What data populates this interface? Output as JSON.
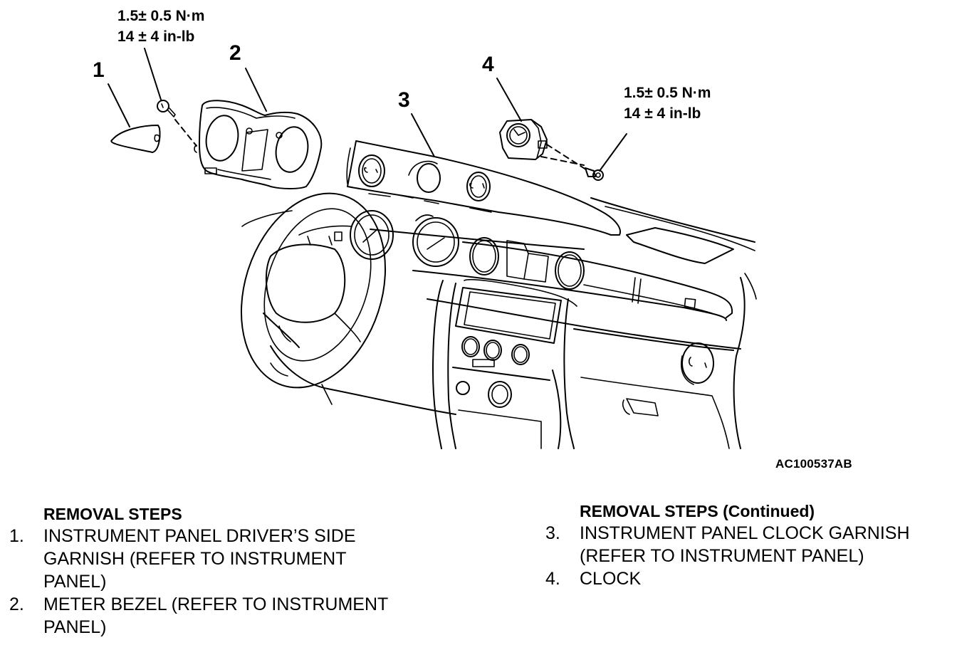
{
  "figure": {
    "id": "AC100537AB",
    "callouts": [
      {
        "label": "1",
        "part": "Instrument panel driver's side garnish"
      },
      {
        "label": "2",
        "part": "Meter bezel"
      },
      {
        "label": "3",
        "part": "Instrument panel clock garnish"
      },
      {
        "label": "4",
        "part": "Clock"
      }
    ],
    "torque_specs": [
      {
        "metric": "1.5± 0.5 N·m",
        "imperial": "14 ± 4 in-lb"
      },
      {
        "metric": "1.5± 0.5 N·m",
        "imperial": "14 ± 4 in-lb"
      }
    ]
  },
  "removal_steps": {
    "left": {
      "heading": "REMOVAL STEPS",
      "steps": [
        {
          "num": "1.",
          "lines": [
            "INSTRUMENT PANEL DRIVER’S SIDE",
            "GARNISH (REFER TO INSTRUMENT",
            "PANEL)"
          ]
        },
        {
          "num": "2.",
          "lines": [
            "METER BEZEL (REFER TO INSTRUMENT",
            "PANEL)"
          ]
        }
      ]
    },
    "right": {
      "heading": "REMOVAL STEPS (Continued)",
      "steps": [
        {
          "num": "3.",
          "lines": [
            "INSTRUMENT PANEL CLOCK GARNISH",
            "(REFER TO INSTRUMENT PANEL)"
          ]
        },
        {
          "num": "4.",
          "lines": [
            "CLOCK"
          ]
        }
      ]
    }
  }
}
